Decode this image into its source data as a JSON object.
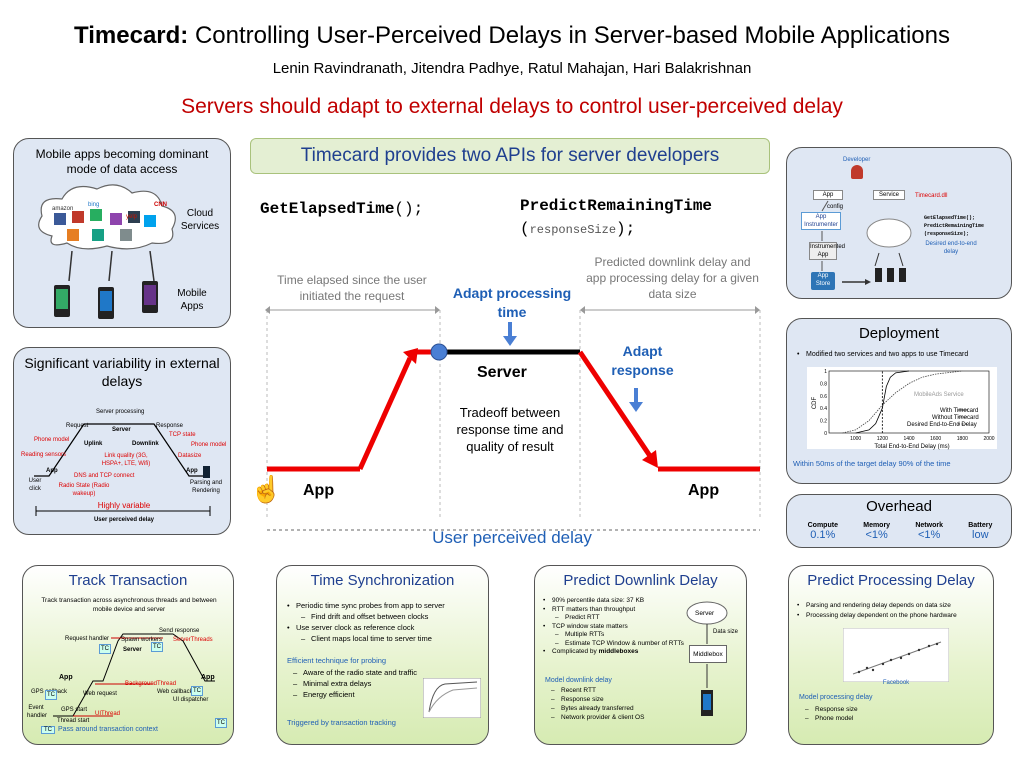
{
  "header": {
    "title_bold": "Timecard:",
    "title_rest": " Controlling User-Perceived Delays in Server-based Mobile Applications",
    "authors": "Lenin Ravindranath, Jitendra Padhye, Ratul Mahajan, Hari Balakrishnan",
    "tagline": "Servers should adapt to external delays to control user-perceived delay"
  },
  "mobile_apps": {
    "title": "Mobile apps becoming dominant mode of data access",
    "cloud_label": "Cloud Services",
    "apps_label": "Mobile Apps",
    "logos": [
      "amazon",
      "bing",
      "yelp",
      "CNN"
    ]
  },
  "variability": {
    "title": "Significant variability in external delays",
    "labels": {
      "server_processing": "Server processing",
      "request": "Request",
      "response": "Response",
      "server": "Server",
      "uplink": "Uplink",
      "downlink": "Downlink",
      "phone_model_l": "Phone model",
      "phone_model_r": "Phone model",
      "tcp_state": "TCP state",
      "reading_sensors": "Reading sensors",
      "link_quality": "Link quality (3G, HSPA+, LTE, Wifi)",
      "datasize": "Datasize",
      "app_l": "App",
      "app_r": "App",
      "dns_tcp": "DNS and TCP connect",
      "radio_state": "Radio State (Radio wakeup)",
      "user_click": "User click",
      "parsing": "Parsing and Rendering",
      "highly_variable": "Highly variable",
      "user_perceived": "User perceived delay"
    }
  },
  "center": {
    "api_box": "Timecard provides two APIs for server developers",
    "api1": "GetElapsedTime",
    "api1_suffix": "();",
    "api2": "PredictRemainingTime",
    "api2_open": "(",
    "api2_param": "responseSize",
    "api2_close": ");",
    "elapsed_desc": "Time elapsed since the user initiated the request",
    "remaining_desc": "Predicted downlink delay and app processing delay for a given data size",
    "adapt_processing": "Adapt processing time",
    "adapt_response": "Adapt response",
    "server": "Server",
    "tradeoff": "Tradeoff between response time and quality of result",
    "app_left": "App",
    "app_right": "App",
    "user_perceived": "User perceived delay"
  },
  "developer": {
    "developer": "Developer",
    "app": "App",
    "service": "Service",
    "timecard_dll": "Timecard.dll",
    "config": "config",
    "app_instrumenter": "App Instrumenter",
    "instrumented_app_1": "Instrumented",
    "instrumented_app_2": "App",
    "app_store": "App Store",
    "code1": "GetElapsedTime();",
    "code2": "PredictRemainingTime",
    "code3": "(responseSize);",
    "desired": "Desired end-to-end delay"
  },
  "deployment": {
    "title": "Deployment",
    "bullet": "Modified two services and two apps to use Timecard",
    "footer": "Within 50ms of the target delay 90% of the time"
  },
  "chart_data": {
    "type": "line",
    "xlabel": "Total End-to-End Delay (ms)",
    "ylabel": "CDF",
    "xlim": [
      800,
      2000
    ],
    "ylim": [
      0,
      1
    ],
    "x_ticks": [
      "1000",
      "1200",
      "1400",
      "1600",
      "1800",
      "2000"
    ],
    "y_ticks": [
      "0",
      "0.2",
      "0.4",
      "0.6",
      "0.8",
      "1"
    ],
    "annotation": "MobileAds Service",
    "series": [
      {
        "name": "With Timecard",
        "x": [
          1000,
          1100,
          1150,
          1200,
          1230,
          1260,
          1300,
          1400
        ],
        "y": [
          0,
          0.05,
          0.15,
          0.4,
          0.75,
          0.9,
          0.97,
          1
        ]
      },
      {
        "name": "Without Timecard",
        "x": [
          900,
          1000,
          1100,
          1200,
          1300,
          1400,
          1500,
          1600,
          1800
        ],
        "y": [
          0,
          0.05,
          0.2,
          0.45,
          0.65,
          0.8,
          0.9,
          0.95,
          1
        ]
      },
      {
        "name": "Desired End-to-End Delay",
        "x": [
          1200,
          1200
        ],
        "y": [
          0,
          1
        ]
      }
    ]
  },
  "overhead": {
    "title": "Overhead",
    "items": [
      {
        "label": "Compute",
        "value": "0.1%"
      },
      {
        "label": "Memory",
        "value": "<1%"
      },
      {
        "label": "Network",
        "value": "<1%"
      },
      {
        "label": "Battery",
        "value": "low"
      }
    ]
  },
  "track": {
    "title": "Track Transaction",
    "desc": "Track transaction across asynchronous threads and between mobile device and server",
    "labels": {
      "send_response": "Send response",
      "request_handler": "Request handler",
      "spawn_workers": "Spawn workers",
      "server_threads": "ServerThreads",
      "server": "Server",
      "tc1": "TC",
      "tc2": "TC",
      "app_l": "App",
      "app_r": "App",
      "background_thread": "BackgroundThread",
      "gps_callback": "GPS callback",
      "web_request": "Web request",
      "web_callback": "Web callback",
      "ui_dispatcher": "UI dispatcher",
      "event_handler": "Event handler",
      "gps_start": "GPS start",
      "thread_start": "Thread start",
      "ui_thread": "UIThread",
      "tc3": "TC",
      "tc4": "TC",
      "tc5": "TC"
    },
    "footer": "Pass around transaction context",
    "footer_tc": "TC"
  },
  "timesync": {
    "title": "Time Synchronization",
    "bullets": [
      {
        "text": "Periodic time sync probes from app to server",
        "sub": [
          "Find drift and offset between clocks"
        ]
      },
      {
        "text": "Use server clock as reference clock",
        "sub": [
          "Client maps local time to server time"
        ]
      }
    ],
    "efficient": "Efficient technique for probing",
    "efficient_sub": [
      "Aware of the radio state and traffic",
      "Minimal extra delays",
      "Energy efficient"
    ],
    "footer": "Triggered by transaction tracking"
  },
  "downlink": {
    "title": "Predict Downlink Delay",
    "bullets": [
      {
        "text": "90% percentile data size: 37 KB",
        "sub": []
      },
      {
        "text": "RTT matters than throughput",
        "sub": [
          "Predict RTT"
        ]
      },
      {
        "text": "TCP window state matters",
        "sub": [
          "Multiple RTTs",
          "Estimate TCP Window & number of RTTs"
        ]
      }
    ],
    "complicated_pre": "Complicated by ",
    "complicated_bold": "middleboxes",
    "model": "Model downlink delay",
    "model_sub": [
      "Recent RTT",
      "Response size",
      "Bytes already transferred",
      "Network provider & client OS"
    ],
    "server": "Server",
    "data_size": "Data size",
    "middlebox": "Middlebox"
  },
  "processing": {
    "title": "Predict Processing Delay",
    "bullets": [
      "Parsing and rendering delay depends  on data size",
      "Processing delay dependent on the phone hardware"
    ],
    "plot_label": "Facebook",
    "model": "Model processing delay",
    "model_sub": [
      "Response size",
      "Phone model"
    ]
  }
}
